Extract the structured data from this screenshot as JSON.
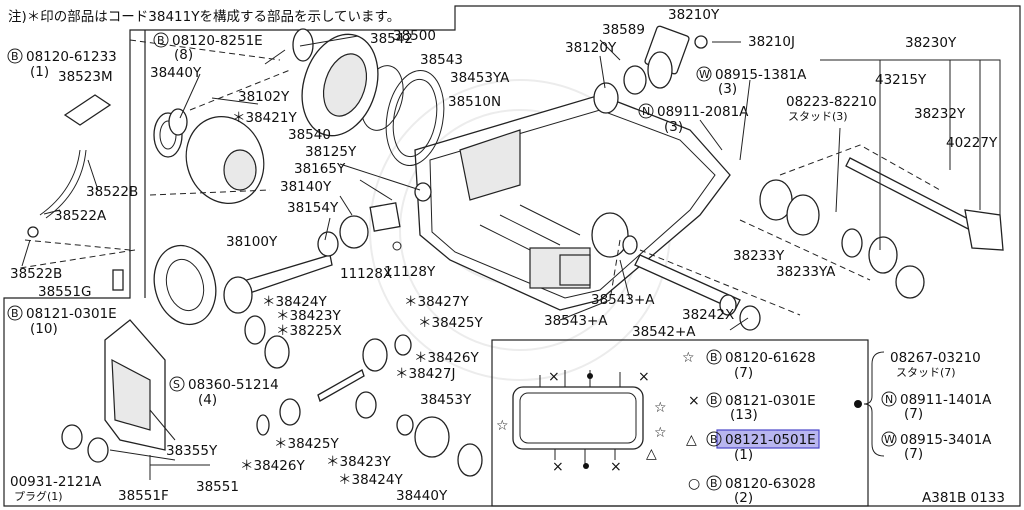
{
  "note": "注)＊印の部品はコード38411Yを構成する部品を示しています。",
  "diagram_id": "A381B 0133",
  "labels": {
    "l38500": "38500",
    "l38542": "38542",
    "l08120_8251E": "08120-8251E",
    "l8": "(8)",
    "l38543": "38543",
    "l38453YA": "38453YA",
    "l38510N": "38510N",
    "l38440Y_top": "38440Y",
    "l38102Y": "38102Y",
    "l38421Y": "＊38421Y",
    "l38540": "38540",
    "l08120_61233": "08120-61233",
    "l1a": "(1)",
    "l38523M": "38523M",
    "l38522B_top": "38522B",
    "l38522A": "38522A",
    "l38522B_bot": "38522B",
    "l38551G": "38551G",
    "l38210Y": "38210Y",
    "l38589": "38589",
    "l38210J": "38210J",
    "l38120Y": "38120Y",
    "l08915_1381A": "08915-1381A",
    "l3a": "(3)",
    "l08911_2081A": "08911-2081A",
    "l3b": "(3)",
    "l08223_82210": "08223-82210",
    "l_stud3": "スタッド(3)",
    "l38230Y": "38230Y",
    "l43215Y": "43215Y",
    "l38232Y": "38232Y",
    "l40227Y": "40227Y",
    "l38125Y": "38125Y",
    "l38165Y": "38165Y",
    "l38140Y": "38140Y",
    "l38154Y": "38154Y",
    "l38100Y": "38100Y",
    "l11128X": "11128X",
    "l11128Y": "11128Y",
    "l38233Y": "38233Y",
    "l38233YA": "38233YA",
    "l38543A_r": "38543+A",
    "l38543A_l": "38543+A",
    "l38242X": "38242X",
    "l38542A": "38542+A",
    "l38424Y_a": "＊38424Y",
    "l38423Y_a": "＊38423Y",
    "l38225X": "＊38225X",
    "l38427Y": "＊38427Y",
    "l38425Y_a": "＊38425Y",
    "l38426Y_a": "＊38426Y",
    "l38427J": "＊38427J",
    "l08121_0301E": "08121-0301E",
    "l10": "(10)",
    "l08360_51214": "08360-51214",
    "l4": "(4)",
    "l38453Y": "38453Y",
    "l38425Y_b": "＊38425Y",
    "l38355Y": "38355Y",
    "l38426Y_b": "＊38426Y",
    "l38423Y_b": "＊38423Y",
    "l38424Y_b": "＊38424Y",
    "l38440Y_bot": "38440Y",
    "l00931_2121A": "00931-2121A",
    "l_plug1": "プラグ(1)",
    "l38551F": "38551F",
    "l38551": "38551"
  },
  "legend": {
    "items": [
      {
        "symbol": "☆",
        "part": "08120-61628",
        "qty": "(7)"
      },
      {
        "symbol": "×",
        "part": "08121-0301E",
        "qty": "(13)"
      },
      {
        "symbol": "△",
        "part": "08121-0501E",
        "qty": "(1)"
      },
      {
        "symbol": "○",
        "part": "08120-63028",
        "qty": "(2)"
      }
    ],
    "group": {
      "stud": "08267-03210",
      "stud_note": "スタッド(7)",
      "nut": "08911-1401A",
      "nut_qty": "(7)",
      "washer": "08915-3401A",
      "washer_qty": "(7)"
    }
  },
  "marks": {
    "bolt": "B",
    "nut": "N",
    "washer": "W",
    "screw": "S"
  }
}
